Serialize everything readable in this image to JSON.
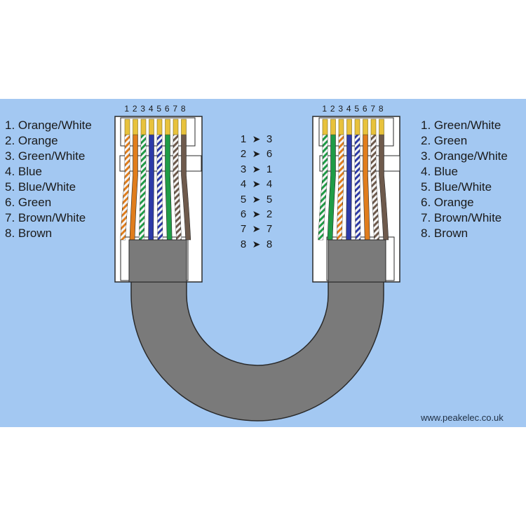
{
  "pin_numbers": [
    "1",
    "2",
    "3",
    "4",
    "5",
    "6",
    "7",
    "8"
  ],
  "left_plug": {
    "legend": [
      "1. Orange/White",
      "2. Orange",
      "3. Green/White",
      "4. Blue",
      "5. Blue/White",
      "6. Green",
      "7. Brown/White",
      "8. Brown"
    ],
    "wire_colors": [
      "orange-white",
      "orange",
      "green-white",
      "blue",
      "blue-white",
      "green",
      "brown-white",
      "brown"
    ]
  },
  "right_plug": {
    "legend": [
      "1. Green/White",
      "2. Green",
      "3. Orange/White",
      "4. Blue",
      "5. Blue/White",
      "6. Orange",
      "7. Brown/White",
      "8. Brown"
    ],
    "wire_colors": [
      "green-white",
      "green",
      "orange-white",
      "blue",
      "blue-white",
      "orange",
      "brown-white",
      "brown"
    ]
  },
  "mapping": [
    {
      "from": "1",
      "arrow": "➤",
      "to": "3"
    },
    {
      "from": "2",
      "arrow": "➤",
      "to": "6"
    },
    {
      "from": "3",
      "arrow": "➤",
      "to": "1"
    },
    {
      "from": "4",
      "arrow": "➤",
      "to": "4"
    },
    {
      "from": "5",
      "arrow": "➤",
      "to": "5"
    },
    {
      "from": "6",
      "arrow": "➤",
      "to": "2"
    },
    {
      "from": "7",
      "arrow": "➤",
      "to": "7"
    },
    {
      "from": "8",
      "arrow": "➤",
      "to": "8"
    }
  ],
  "watermark": "www.peakelec.co.uk",
  "colors": {
    "background": "#a3c8f2",
    "cable": "#7a7a7a",
    "plug": "#ffffff",
    "contact": "#e8c23c",
    "orange": "#e07d1c",
    "green": "#1f9c46",
    "blue": "#2d3aa8",
    "brown": "#6e5a4c",
    "white": "#f4f4f4"
  }
}
